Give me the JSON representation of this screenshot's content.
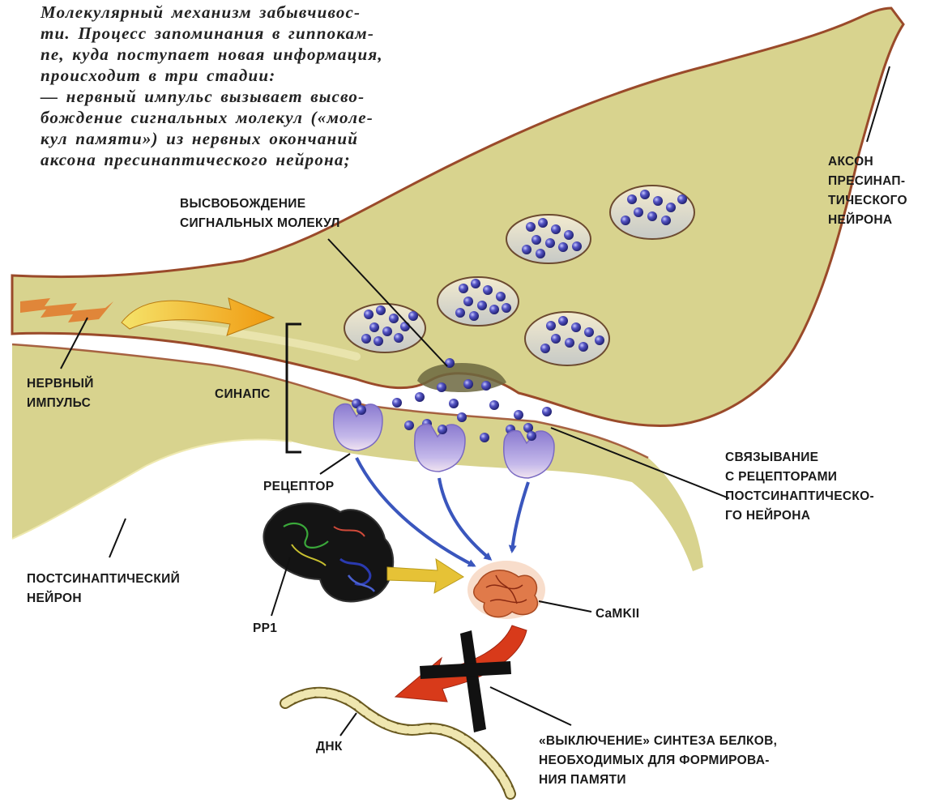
{
  "caption": {
    "lines": [
      "Молекулярный механизм забывчивос-",
      "ти. Процесс запоминания в гиппокам-",
      "пе, куда поступает новая информация,",
      "происходит в три стадии:",
      "— нервный импульс вызывает высво-",
      "бождение сигнальных молекул («моле-",
      "кул памяти») из нервных окончаний",
      "аксона пресинаптического нейрона;"
    ]
  },
  "labels": {
    "release": [
      "ВЫСВОБОЖДЕНИЕ",
      "СИГНАЛЬНЫХ МОЛЕКУЛ"
    ],
    "axon": [
      "АКСОН",
      "ПРЕСИНАП-",
      "ТИЧЕСКОГО",
      "НЕЙРОНА"
    ],
    "impulse": [
      "НЕРВНЫЙ",
      "ИМПУЛЬС"
    ],
    "synapse": "СИНАПС",
    "receptor": "РЕЦЕПТОР",
    "binding": [
      "СВЯЗЫВАНИЕ",
      "С РЕЦЕПТОРАМИ",
      "ПОСТСИНАПТИЧЕСКО-",
      "ГО НЕЙРОНА"
    ],
    "postsynaptic": [
      "ПОСТСИНАПТИЧЕСКИЙ",
      "НЕЙРОН"
    ],
    "pp1": "PP1",
    "camkii": "CaMKII",
    "dna": "ДНК",
    "switch_off": [
      "«ВЫКЛЮЧЕНИЕ» СИНТЕЗА БЕЛКОВ,",
      "НЕОБХОДИМЫХ ДЛЯ ФОРМИРОВА-",
      "НИЯ ПАМЯТИ"
    ]
  },
  "colors": {
    "neuron": "#d8d38e",
    "neuron_outline": "#9a4a2a",
    "molecule": "#3a3a9a",
    "receptor": "#b7a8df",
    "impulse_arrow": "#f0b020",
    "pathway_arrow": "#4a66c8",
    "block_arrow": "#d83a1a",
    "cross": "#111111"
  }
}
